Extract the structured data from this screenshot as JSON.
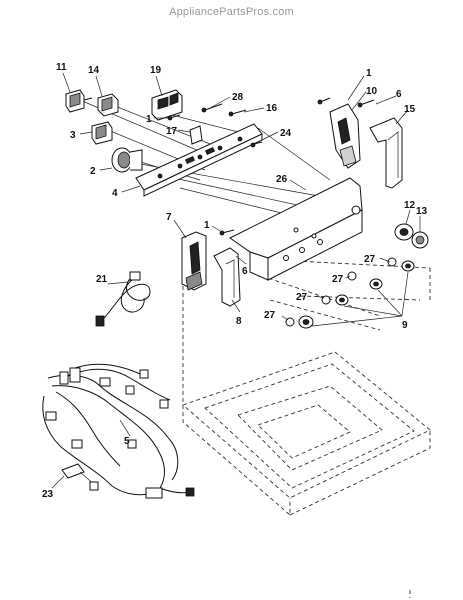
{
  "watermark": "AppliancePartsPros.com",
  "callouts": {
    "c1a": "1",
    "c1b": "1",
    "c1c": "1",
    "c2": "2",
    "c3": "3",
    "c4": "4",
    "c5": "5",
    "c6a": "6",
    "c6b": "6",
    "c7": "7",
    "c8": "8",
    "c9": "9",
    "c10": "10",
    "c11": "11",
    "c12": "12",
    "c13": "13",
    "c14": "14",
    "c15": "15",
    "c16": "16",
    "c17": "17",
    "c19": "19",
    "c21": "21",
    "c23": "23",
    "c24": "24",
    "c26": "26",
    "c27a": "27",
    "c27b": "27",
    "c27c": "27",
    "c27d": "27",
    "c28": "28"
  },
  "icons": [
    "control-panel-diagram",
    "wire-harness",
    "knob",
    "switch",
    "screw"
  ]
}
